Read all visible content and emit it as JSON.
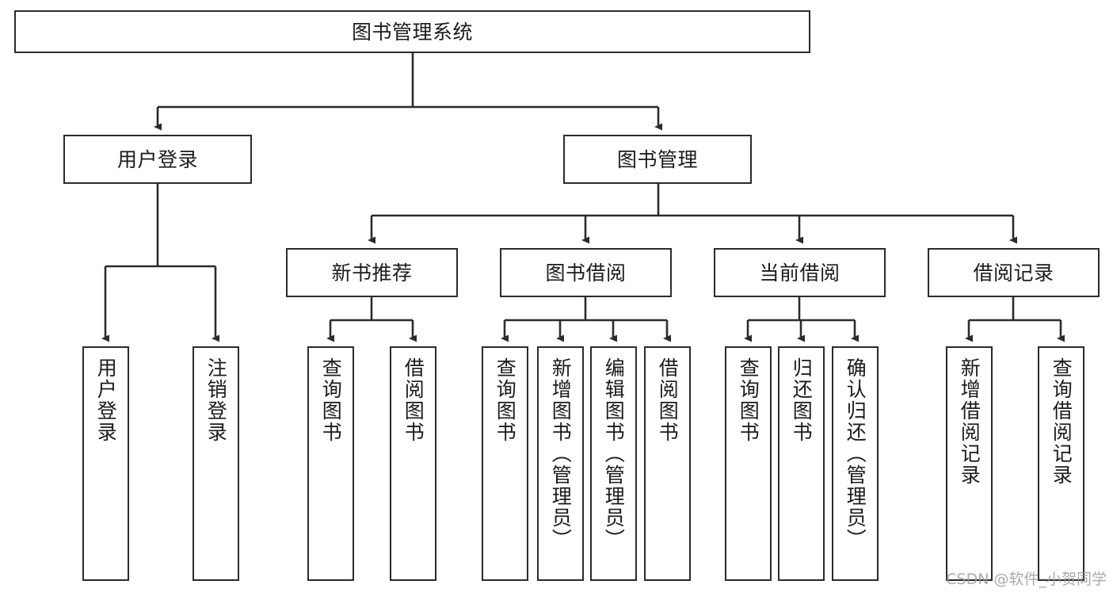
{
  "diagram": {
    "title": "图书管理系统",
    "type": "tree-hierarchy-chart",
    "watermark": "CSDN @软件_小贺同学",
    "line_color": "#2b2b2b",
    "box_fill": "#ffffff",
    "text_color": "#1b1b1b",
    "watermark_color": "#9b9b9b"
  },
  "nodes": {
    "root": {
      "label": "图书管理系统"
    },
    "level2": [
      {
        "label": "用户登录"
      },
      {
        "label": "图书管理"
      }
    ],
    "level3": [
      {
        "label": "新书推荐"
      },
      {
        "label": "图书借阅"
      },
      {
        "label": "当前借阅"
      },
      {
        "label": "借阅记录"
      }
    ],
    "leaves": {
      "user_login": [
        {
          "label": "用户登录"
        },
        {
          "label": "注销登录"
        }
      ],
      "new_book_recommend": [
        {
          "label": "查询图书"
        },
        {
          "label": "借阅图书"
        }
      ],
      "book_borrow": [
        {
          "label": "查询图书"
        },
        {
          "label": "新增图书（管理员）"
        },
        {
          "label": "编辑图书（管理员）"
        },
        {
          "label": "借阅图书"
        }
      ],
      "current_borrow": [
        {
          "label": "查询图书"
        },
        {
          "label": "归还图书"
        },
        {
          "label": "确认归还（管理员）"
        }
      ],
      "borrow_records": [
        {
          "label": "新增借阅记录"
        },
        {
          "label": "查询借阅记录"
        }
      ]
    }
  }
}
